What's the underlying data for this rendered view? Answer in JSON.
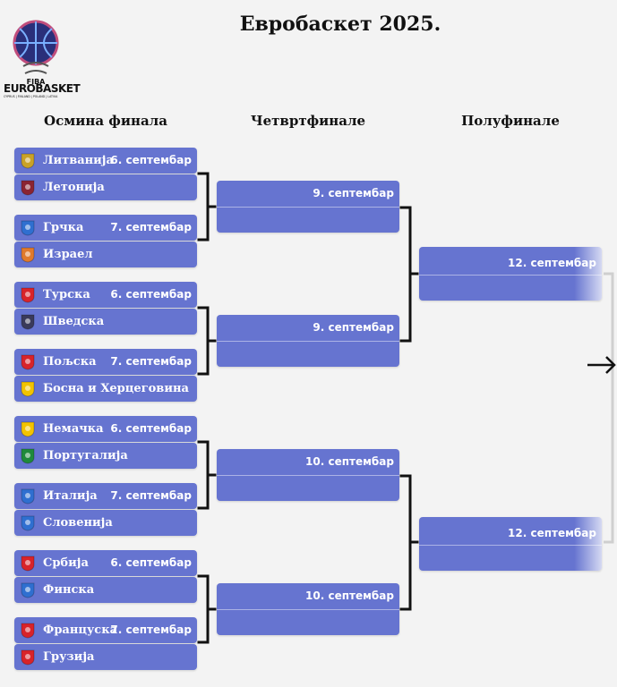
{
  "title": "Евробаскет 2025.",
  "logo": {
    "brand": "EUROBASKET",
    "org": "FIBA",
    "hosts": "CYPRUS | FINLAND | POLAND | LATVIA"
  },
  "columns": {
    "r16": "Осмина финала",
    "qf": "Четвртфинале",
    "sf": "Полуфинале"
  },
  "r16": [
    {
      "team": "Литванија",
      "date": "6. септембар",
      "icon": "lithuania-crest-icon",
      "color": "#c9a227"
    },
    {
      "team": "Летонија",
      "date": "",
      "icon": "latvia-crest-icon",
      "color": "#8a2432"
    },
    {
      "team": "Грчка",
      "date": "7. септембар",
      "icon": "greece-crest-icon",
      "color": "#2f6fd0"
    },
    {
      "team": "Израел",
      "date": "",
      "icon": "israel-crest-icon",
      "color": "#e07a2c"
    },
    {
      "team": "Турска",
      "date": "6. септембар",
      "icon": "turkey-crest-icon",
      "color": "#d8232a"
    },
    {
      "team": "Шведска",
      "date": "",
      "icon": "sweden-crest-icon",
      "color": "#3a3a5a"
    },
    {
      "team": "Пољска",
      "date": "7. септембар",
      "icon": "poland-crest-icon",
      "color": "#d8232a"
    },
    {
      "team": "Босна и Херцеговина",
      "date": "",
      "icon": "bosnia-crest-icon",
      "color": "#f2c300"
    },
    {
      "team": "Немачка",
      "date": "6. септембар",
      "icon": "germany-crest-icon",
      "color": "#f2c300"
    },
    {
      "team": "Португалија",
      "date": "",
      "icon": "portugal-crest-icon",
      "color": "#1f8a3b"
    },
    {
      "team": "Италија",
      "date": "7. септембар",
      "icon": "italy-crest-icon",
      "color": "#2f6fd0"
    },
    {
      "team": "Словенија",
      "date": "",
      "icon": "slovenia-crest-icon",
      "color": "#2f6fd0"
    },
    {
      "team": "Србија",
      "date": "6. септембар",
      "icon": "serbia-crest-icon",
      "color": "#d8232a"
    },
    {
      "team": "Финска",
      "date": "",
      "icon": "finland-crest-icon",
      "color": "#2f6fd0"
    },
    {
      "team": "Француска",
      "date": "7. септембар",
      "icon": "france-crest-icon",
      "color": "#d8232a"
    },
    {
      "team": "Грузија",
      "date": "",
      "icon": "georgia-crest-icon",
      "color": "#d8232a"
    }
  ],
  "qf": [
    {
      "date": "9. септембар"
    },
    {
      "date": "9. септембар"
    },
    {
      "date": "10. септембар"
    },
    {
      "date": "10. септембар"
    }
  ],
  "sf": [
    {
      "date": "12. септембар"
    },
    {
      "date": "12. септембар"
    }
  ]
}
